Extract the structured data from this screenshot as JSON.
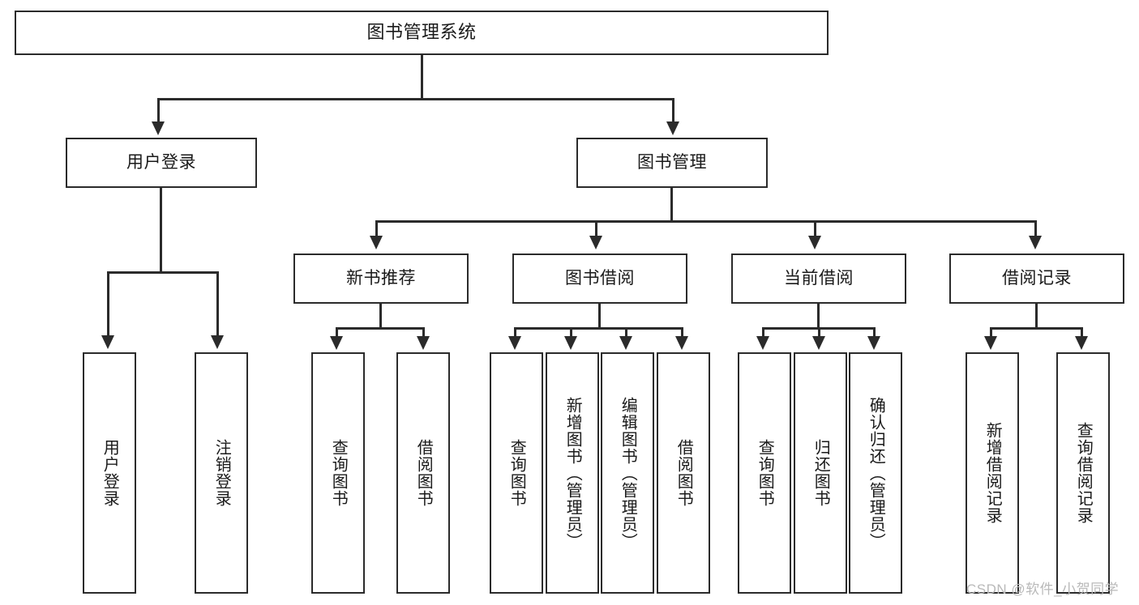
{
  "diagram": {
    "type": "tree",
    "title": "图书管理系统",
    "root": {
      "label": "图书管理系统"
    },
    "level2": [
      {
        "label": "用户登录"
      },
      {
        "label": "图书管理"
      }
    ],
    "level3": [
      {
        "label": "新书推荐"
      },
      {
        "label": "图书借阅"
      },
      {
        "label": "当前借阅"
      },
      {
        "label": "借阅记录"
      }
    ],
    "leaves": {
      "user_login": [
        {
          "label": "用户登录"
        },
        {
          "label": "注销登录"
        }
      ],
      "new_book_recommend": [
        {
          "label": "查询图书"
        },
        {
          "label": "借阅图书"
        }
      ],
      "book_borrow": [
        {
          "label": "查询图书"
        },
        {
          "label": "新增图书（管理员）"
        },
        {
          "label": "编辑图书（管理员）"
        },
        {
          "label": "借阅图书"
        }
      ],
      "current_borrow": [
        {
          "label": "查询图书"
        },
        {
          "label": "归还图书"
        },
        {
          "label": "确认归还（管理员）"
        }
      ],
      "borrow_record": [
        {
          "label": "新增借阅记录"
        },
        {
          "label": "查询借阅记录"
        }
      ]
    }
  },
  "watermark": {
    "text": "CSDN @软件_小贺同学"
  },
  "colors": {
    "stroke": "#2b2b2b",
    "fill": "#ffffff",
    "text": "#1a1a1a",
    "watermark": "#b9b9b9"
  }
}
